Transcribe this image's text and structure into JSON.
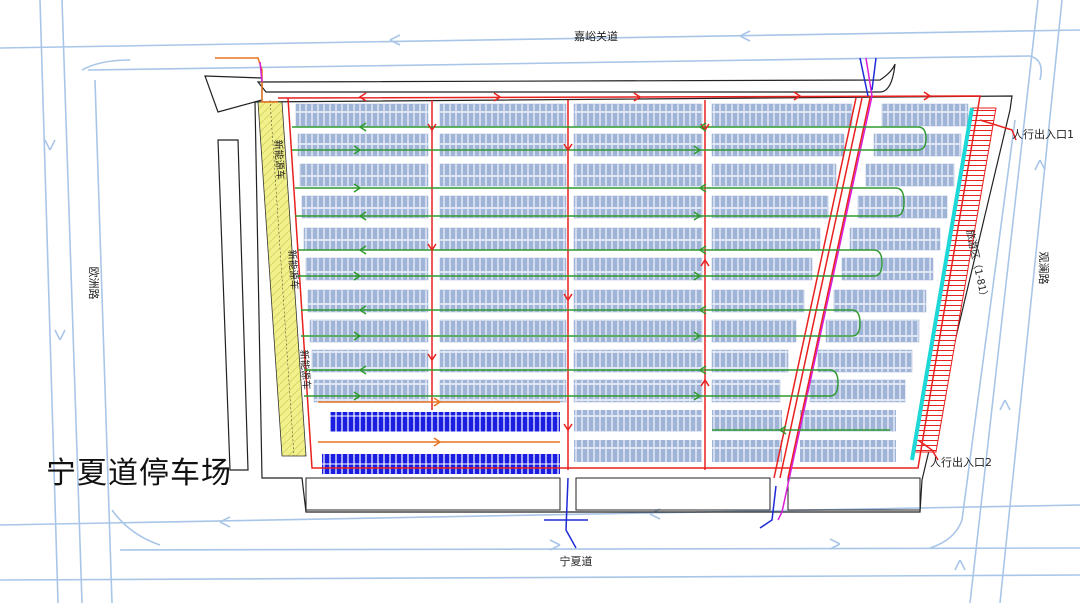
{
  "map": {
    "title": "宁夏道停车场",
    "roads": {
      "north": "嘉峪关道",
      "south": "宁夏道",
      "west": "欧洲路",
      "east": "观澜路"
    },
    "exits": {
      "exit1": "人行出入口1",
      "exit2": "人行出入口2"
    },
    "east_zone_label": "旅游区（1-81）",
    "west_strip_labels": [
      "新能源车",
      "新能源车",
      "新能源车"
    ],
    "colors": {
      "road": "#a9c6e8",
      "lane_red": "#e8201e",
      "lane_green": "#2e9a2e",
      "lane_blue": "#1e2ad8",
      "lane_orange": "#e8731e",
      "lane_magenta": "#d81ed8",
      "stall": "#c9d6ea",
      "stall_blue": "#1a1ee0",
      "walkway": "#1ed7d7",
      "strip": "#f2f08a"
    }
  }
}
